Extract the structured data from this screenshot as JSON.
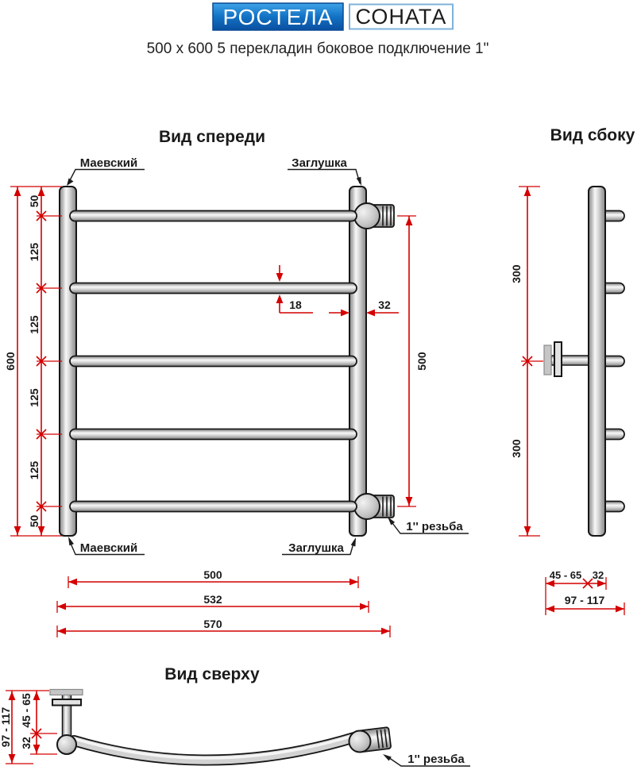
{
  "header": {
    "brand": "РОСТЕЛА",
    "series": "СОНАТА",
    "subtitle": "500 x 600 5 перекладин боковое подключение 1\""
  },
  "views": {
    "front_title": "Вид спереди",
    "side_title": "Вид сбоку",
    "top_title": "Вид сверху"
  },
  "callouts": {
    "air_valve": "Маевский",
    "plug": "Заглушка",
    "thread": "1'' резьба"
  },
  "dims": {
    "front": {
      "total_height": "600",
      "segments": [
        "50",
        "125",
        "125",
        "125",
        "125",
        "50"
      ],
      "rung_diameter": "18",
      "riser_diameter": "32",
      "connection_span": "500",
      "width_between_risers": "500",
      "width_overall": "532",
      "width_with_fittings": "570"
    },
    "side": {
      "upper": "300",
      "lower": "300",
      "bracket_depth": "45 - 65",
      "riser_diameter": "32",
      "total_depth": "97 - 117"
    },
    "top": {
      "total_depth": "97 - 117",
      "bracket_depth": "45 - 65",
      "riser_diameter": "32"
    }
  },
  "colors": {
    "dimension_red": "#d40000",
    "ink": "#1a1a1a",
    "brand_blue_top": "#3fa3e8",
    "brand_blue_bottom": "#0a4fa0",
    "sonata_border": "#7fb2d9",
    "tube_light": "#f8f8f8",
    "tube_dark": "#878787"
  }
}
